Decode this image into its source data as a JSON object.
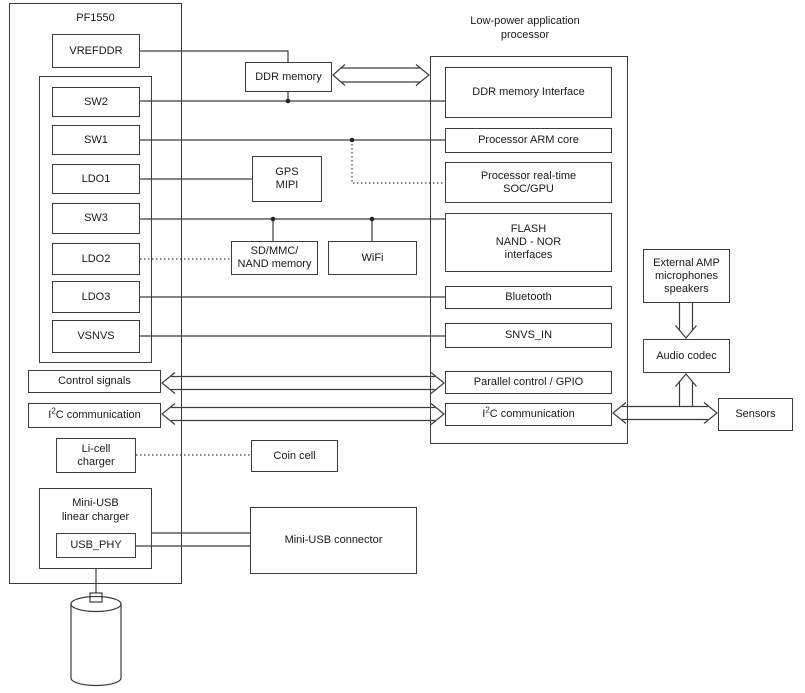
{
  "pf1550": {
    "title": "PF1550",
    "vrefddr": "VREFDDR",
    "regulators": [
      "SW2",
      "SW1",
      "LDO1",
      "SW3",
      "LDO2",
      "LDO3",
      "VSNVS"
    ],
    "control_signals": "Control signals",
    "i2c": {
      "base": "I",
      "sup": "2",
      "rest": "C communication"
    },
    "licell_charger": "Li-cell\ncharger",
    "usb_charger": "Mini-USB\nlinear charger",
    "usb_phy": "USB_PHY"
  },
  "peripherals": {
    "ddr_memory": "DDR memory",
    "gps_mipi": "GPS\nMIPI",
    "sd_mmc": "SD/MMC/\nNAND memory",
    "wifi": "WiFi",
    "coin_cell": "Coin cell",
    "usb_connector": "Mini-USB connector",
    "ext_amp": "External AMP\nmicrophones\nspeakers",
    "audio_codec": "Audio codec",
    "sensors": "Sensors"
  },
  "processor": {
    "title": "Low-power application\nprocessor",
    "blocks": [
      "DDR memory Interface",
      "Processor ARM core",
      "Processor real-time\nSOC/GPU",
      "FLASH\nNAND - NOR\ninterfaces",
      "Bluetooth",
      "SNVS_IN",
      "Parallel control / GPIO"
    ],
    "i2c": {
      "base": "I",
      "sup": "2",
      "rest": "C communication"
    }
  },
  "colors": {
    "line": "#3c3c3c",
    "text": "#1a1a1a",
    "background": "#ffffff"
  }
}
